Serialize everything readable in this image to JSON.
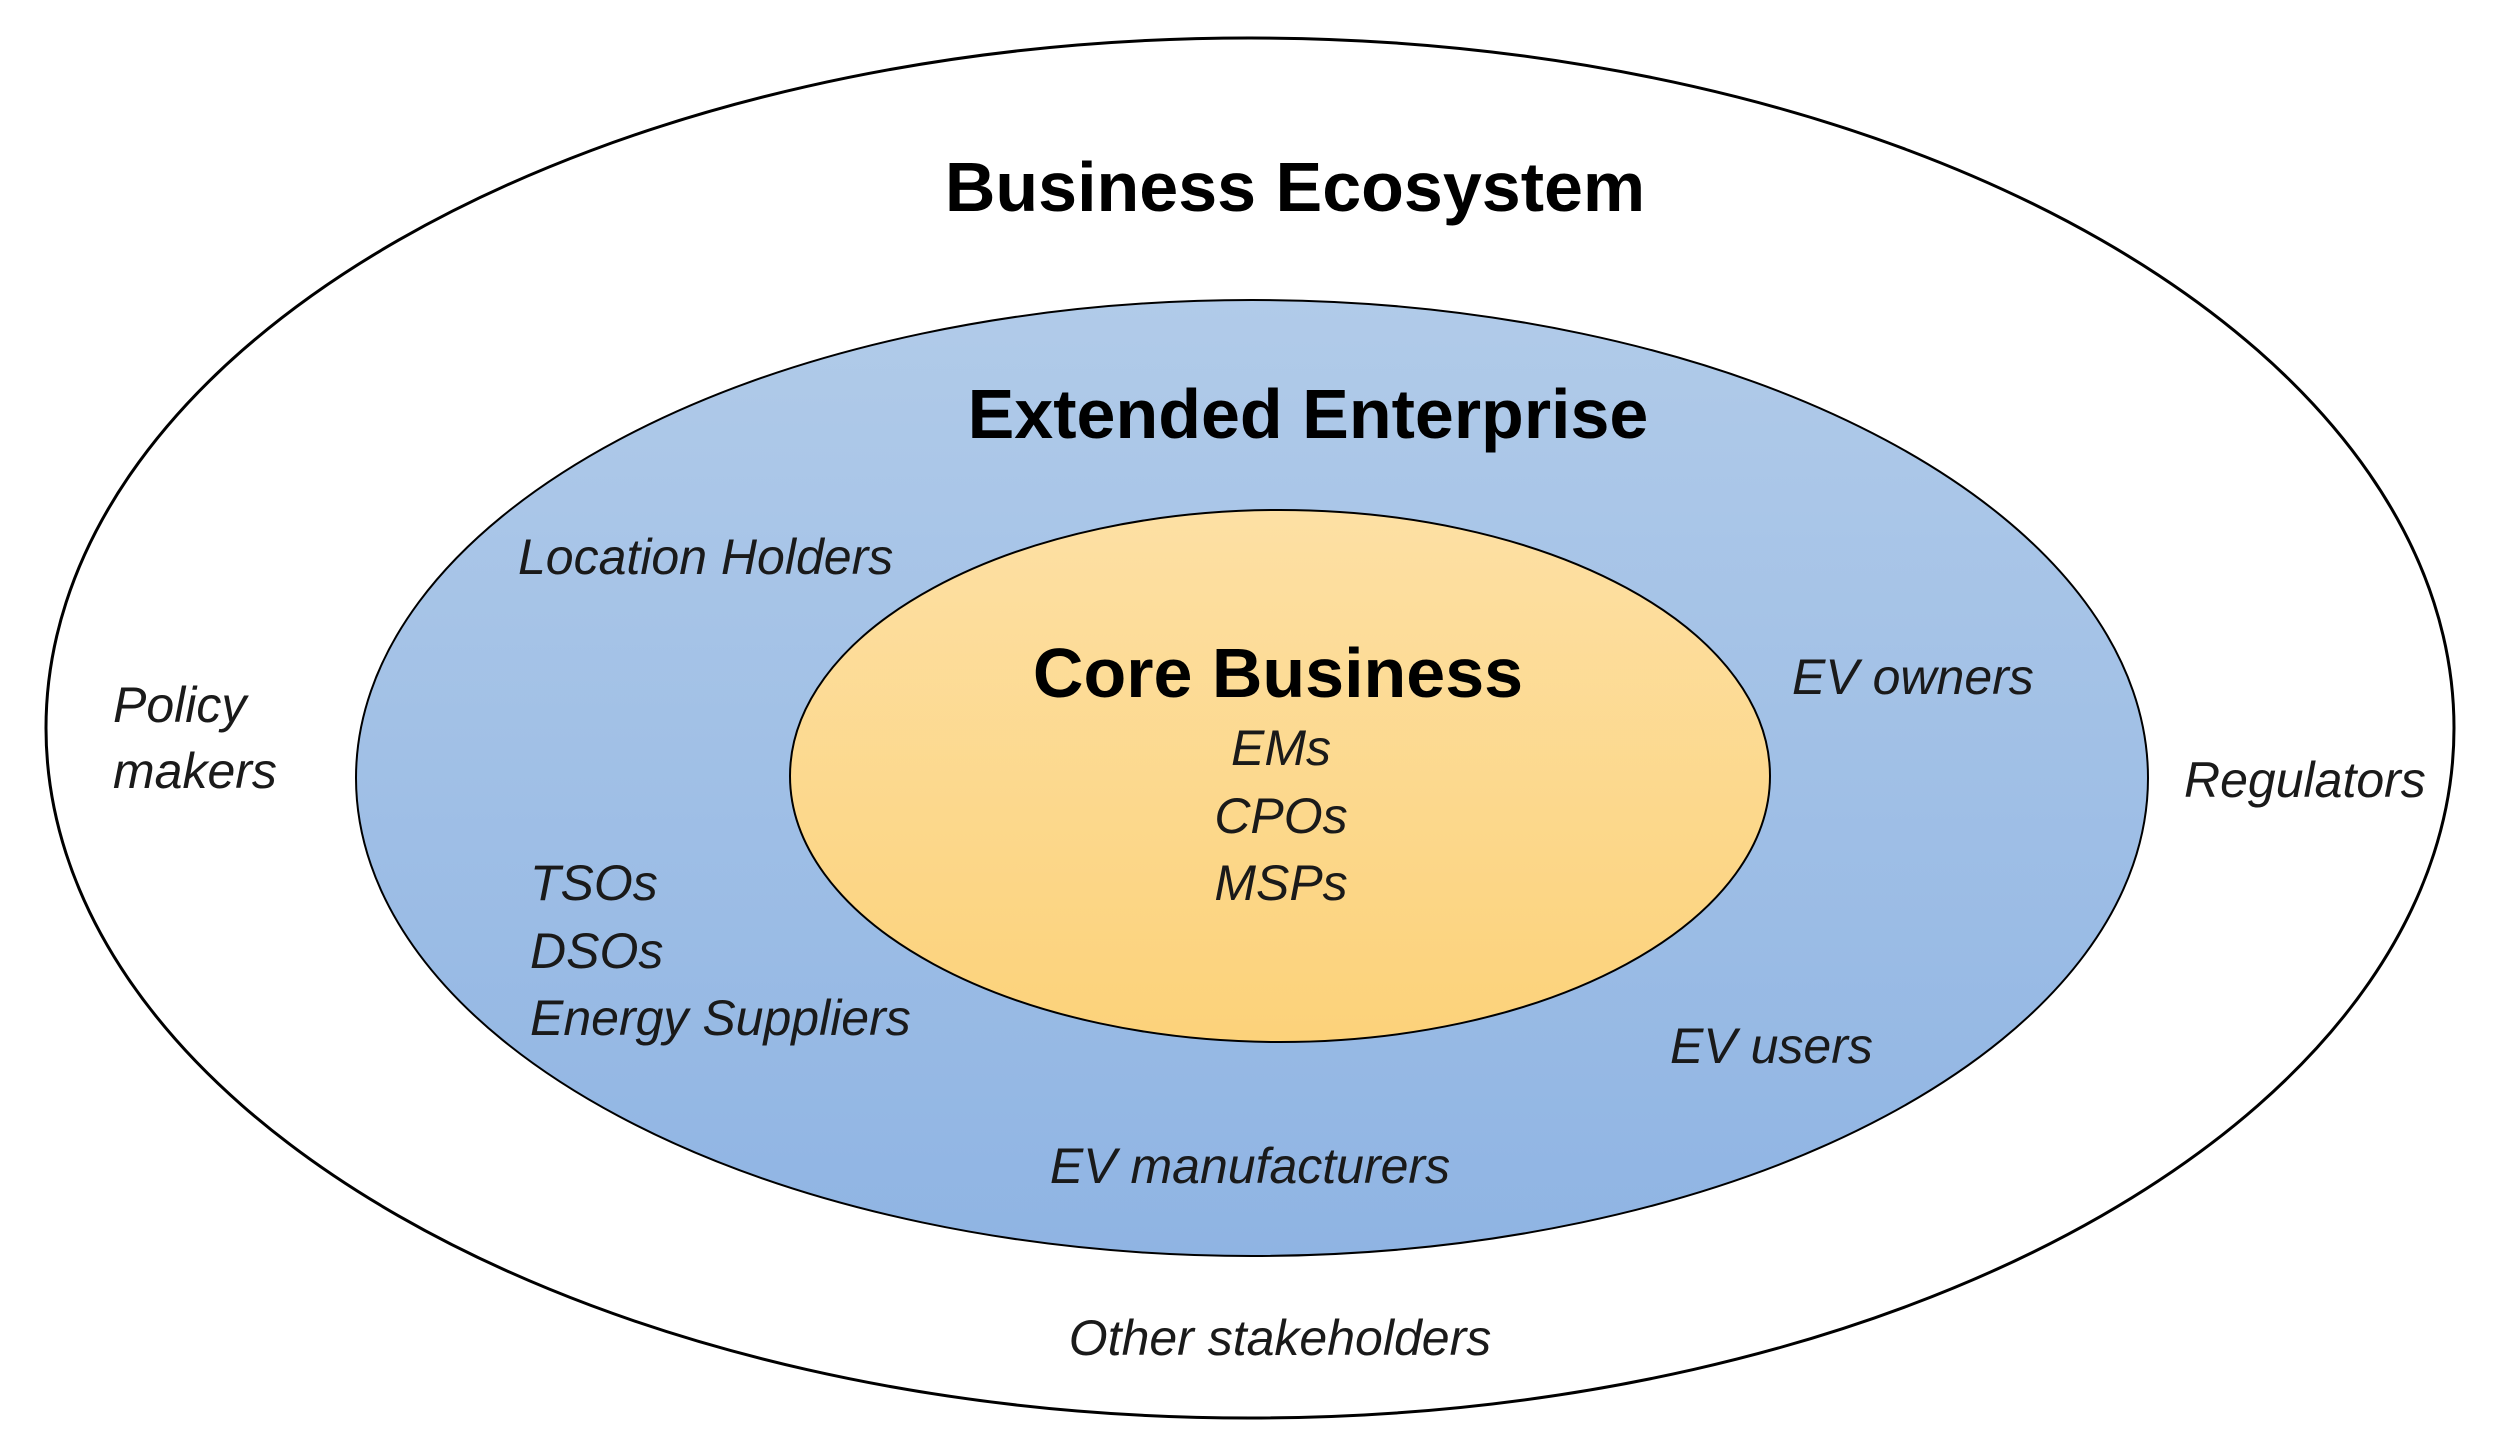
{
  "diagram": {
    "outer": {
      "title": "Business Ecosystem",
      "labels": {
        "policy_line1": "Policy",
        "policy_line2": "makers",
        "regulators": "Regulators",
        "other": "Other stakeholders"
      },
      "fill": "#ffffff",
      "stroke": "#000000"
    },
    "middle": {
      "title": "Extended Enterprise",
      "labels": {
        "location_holders": "Location Holders",
        "ev_owners": "EV owners",
        "tsos": "TSOs",
        "dsos": "DSOs",
        "energy_suppliers": "Energy Suppliers",
        "ev_users": "EV users",
        "ev_manufacturers": "EV manufacturers"
      },
      "fill_top": "#b1cbe9",
      "fill_bottom": "#8fb4e3"
    },
    "inner": {
      "title": "Core Business",
      "labels": {
        "ems": "EMs",
        "cpos": "CPOs",
        "msps": "MSPs"
      },
      "fill_top": "#fde0a4",
      "fill_bottom": "#fcd27a"
    }
  }
}
